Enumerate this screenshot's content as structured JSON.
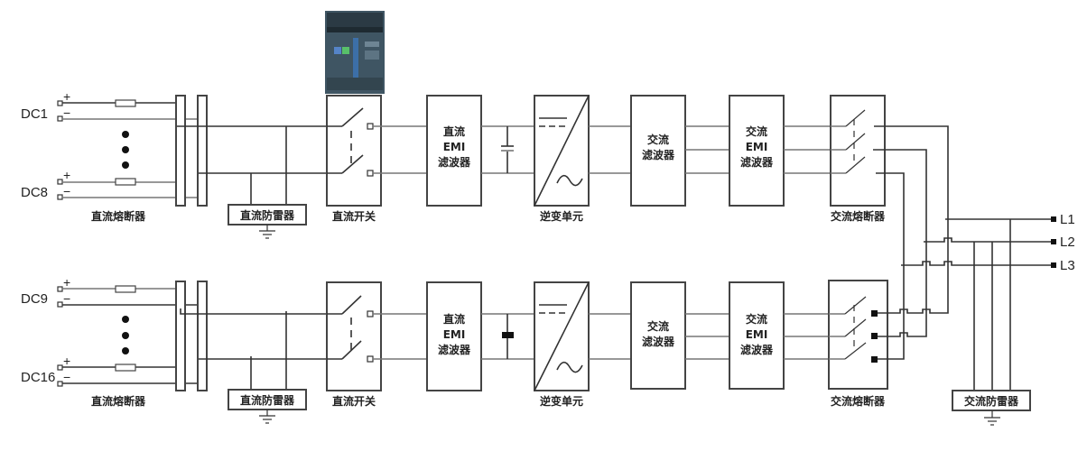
{
  "title": "Dual-channel inverter system diagram",
  "upper": {
    "inputs": [
      "DC1",
      "DC8"
    ],
    "plus": "+",
    "minus": "−",
    "dc_fuse_label": "直流熔断器",
    "dc_spd_label": "直流防雷器",
    "dc_switch_label": "直流开关",
    "dc_emi_lines": [
      "直流",
      "EMI",
      "滤波器"
    ],
    "inverter_label": "逆变单元",
    "ac_filter_lines": [
      "交流",
      "滤波器"
    ],
    "ac_emi_lines": [
      "交流",
      "EMI",
      "滤波器"
    ],
    "ac_fuse_label": "交流熔断器"
  },
  "lower": {
    "inputs": [
      "DC9",
      "DC16"
    ],
    "plus": "+",
    "minus": "−",
    "dc_fuse_label": "直流熔断器",
    "dc_spd_label": "直流防雷器",
    "dc_switch_label": "直流开关",
    "dc_emi_lines": [
      "直流",
      "EMI",
      "滤波器"
    ],
    "inverter_label": "逆变单元",
    "ac_filter_lines": [
      "交流",
      "滤波器"
    ],
    "ac_emi_lines": [
      "交流",
      "EMI",
      "滤波器"
    ],
    "ac_fuse_label": "交流熔断器"
  },
  "outputs": [
    "L1",
    "L2",
    "L3"
  ],
  "ac_spd_label": "交流防雷器",
  "photo": "circuit-breaker-photo"
}
